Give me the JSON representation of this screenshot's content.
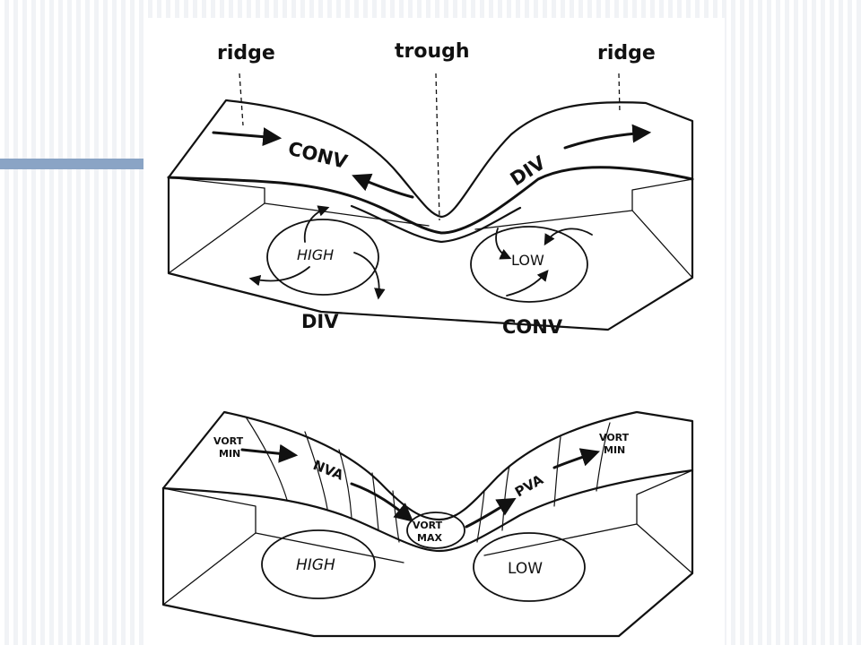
{
  "top": {
    "ridge_left": "ridge",
    "trough": "trough",
    "ridge_right": "ridge",
    "upper_conv": "CONV",
    "upper_div": "DIV",
    "high": "HIGH",
    "low": "LOW",
    "surface_div": "DIV",
    "surface_conv": "CONV"
  },
  "bottom": {
    "vort_min_left_1": "VORT",
    "vort_min_left_2": "MIN",
    "nva": "NVA",
    "vort_max_1": "VORT",
    "vort_max_2": "MAX",
    "pva": "PVA",
    "vort_min_right_1": "VORT",
    "vort_min_right_2": "MIN",
    "high": "HIGH",
    "low": "LOW"
  },
  "colors": {
    "accent": "#8aa4c5",
    "ink": "#111111",
    "background": "#ffffff"
  }
}
